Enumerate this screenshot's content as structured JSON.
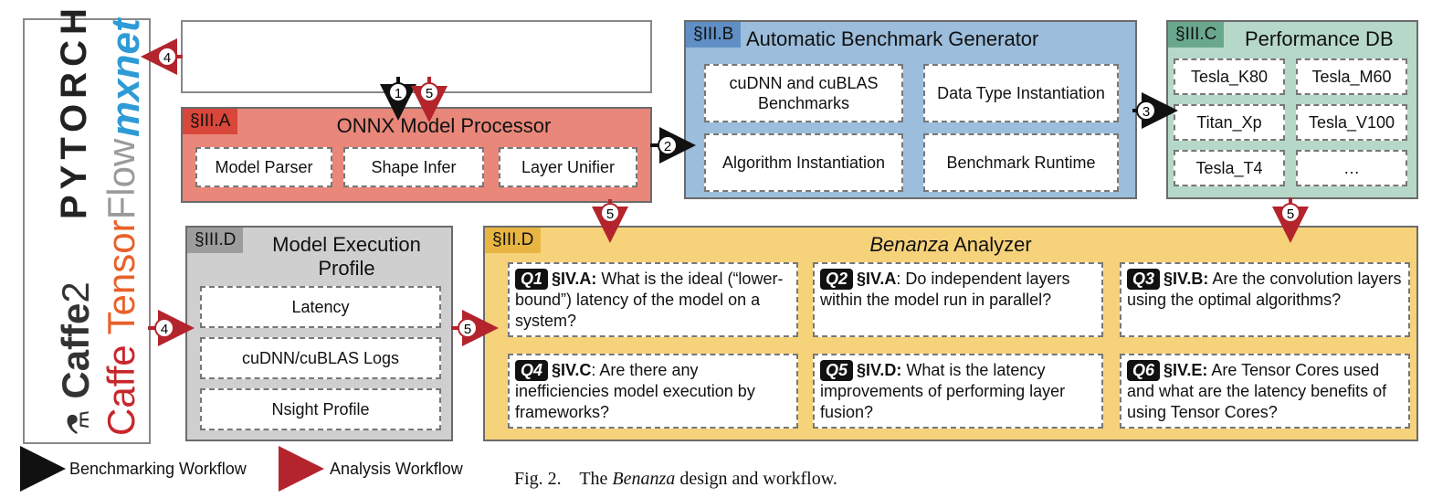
{
  "frameworks": {
    "caffe2_a": "Caffe",
    "caffe2_b": "2",
    "pytorch": "PYTORCH",
    "caffe": "Caffe",
    "tensor": "Tensor",
    "flow": "Flow",
    "mxnet": "mxnet"
  },
  "onnx": {
    "tag": "§III.A",
    "title": "ONNX Model Processor",
    "items": [
      "Model Parser",
      "Shape Infer",
      "Layer Unifier"
    ]
  },
  "generator": {
    "tag": "§III.B",
    "title": "Automatic Benchmark Generator",
    "items": [
      "cuDNN and cuBLAS Benchmarks",
      "Data Type Instantiation",
      "Algorithm Instantiation",
      "Benchmark Runtime"
    ]
  },
  "perfdb": {
    "tag": "§III.C",
    "title": "Performance DB",
    "items": [
      "Tesla_K80",
      "Tesla_M60",
      "Titan_Xp",
      "Tesla_V100",
      "Tesla_T4",
      "…"
    ]
  },
  "exec_profile": {
    "tag": "§III.D",
    "title": "Model Execution Profile",
    "items": [
      "Latency",
      "cuDNN/cuBLAS Logs",
      "Nsight Profile"
    ]
  },
  "analyzer": {
    "tag": "§III.D",
    "title_italic": "Benanza",
    "title_rest": " Analyzer",
    "questions": [
      {
        "badge": "Q1",
        "sec": "§IV.A:",
        "text": " What is the ideal (“lower-bound”) latency of the model on a system?"
      },
      {
        "badge": "Q2",
        "sec": "§IV.A",
        "text": ": Do independent layers within the model run in parallel?"
      },
      {
        "badge": "Q3",
        "sec": "§IV.B:",
        "text": " Are the convolution layers using the optimal algorithms?"
      },
      {
        "badge": "Q4",
        "sec": "§IV.C",
        "text": ": Are there any inefficiencies model execution by frameworks?"
      },
      {
        "badge": "Q5",
        "sec": "§IV.D:",
        "text": " What is the latency improvements of performing layer fusion?"
      },
      {
        "badge": "Q6",
        "sec": "§IV.E:",
        "text": " Are Tensor Cores used and what are the latency benefits of using Tensor Cores?"
      }
    ]
  },
  "markers": [
    "1",
    "2",
    "3",
    "4",
    "5"
  ],
  "legend": {
    "benchmarking": "Benchmarking Workflow",
    "analysis": "Analysis Workflow"
  },
  "caption": {
    "prefix": "Fig. 2.    The ",
    "italic": "Benanza",
    "suffix": " design and workflow."
  },
  "colors": {
    "onnx_bg": "#e8877a",
    "onnx_tag": "#d9463a",
    "gen_bg": "#9cbddb",
    "gen_tag": "#5f8fc4",
    "db_bg": "#b6d8c9",
    "db_tag": "#6aa88e",
    "exec_bg": "#cfcfcf",
    "exec_tag": "#9d9d9d",
    "analyzer_bg": "#f6d27a",
    "analyzer_tag": "#e8b543",
    "analysis_arrow": "#b3242c",
    "bench_arrow": "#111111"
  }
}
